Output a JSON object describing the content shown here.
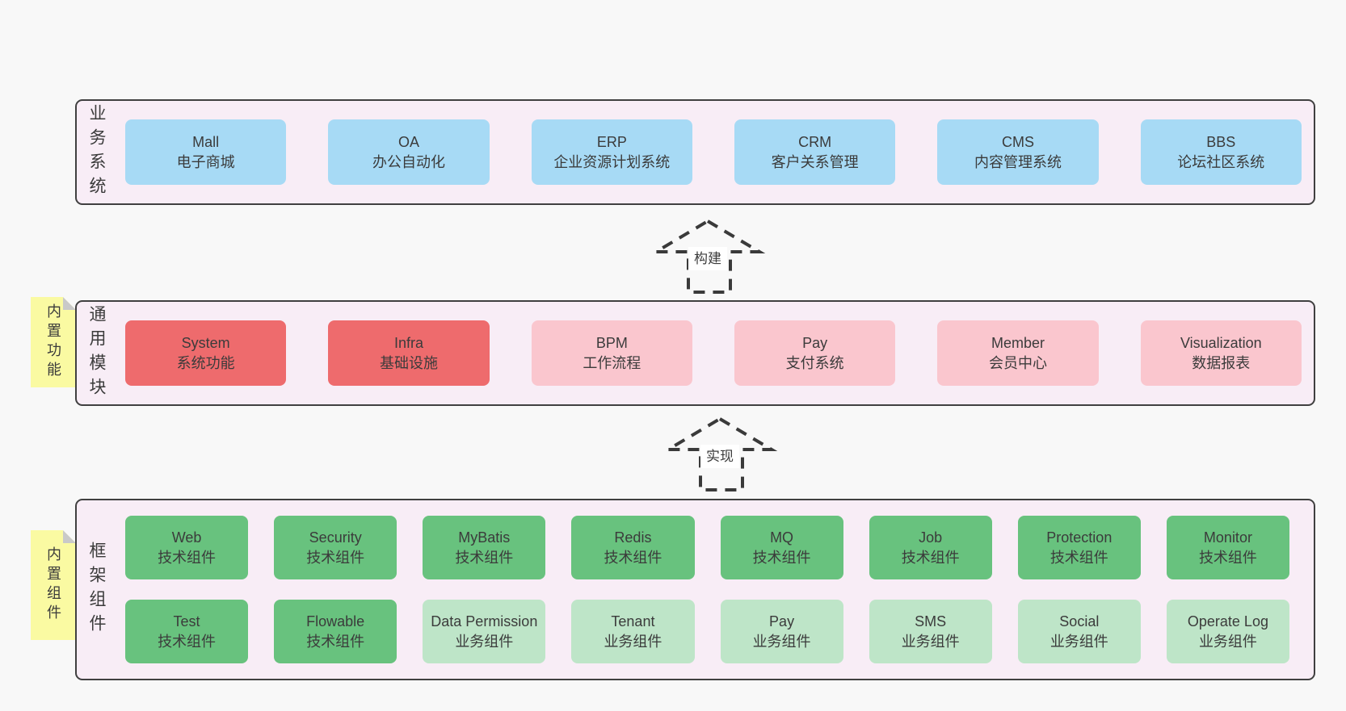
{
  "diagram": {
    "colors": {
      "page_bg": "#f8f8f8",
      "layer_bg": "#f8edf6",
      "layer_border": "#404040",
      "blue": "#a7daf5",
      "red": "#ee6b6d",
      "pink": "#fac6ce",
      "green": "#68c27e",
      "light_green": "#bee5c8",
      "sticky_yellow": "#fafaa2",
      "sticky_fold": "#c9c9c9",
      "text": "#3b3b3b"
    },
    "arrows": [
      {
        "label": "构建"
      },
      {
        "label": "实现"
      }
    ],
    "layers": [
      {
        "id": "business",
        "label": "业务系统",
        "rows": [
          [
            {
              "name": "Mall",
              "desc": "电子商城",
              "variant": "blue"
            },
            {
              "name": "OA",
              "desc": "办公自动化",
              "variant": "blue"
            },
            {
              "name": "ERP",
              "desc": "企业资源计划系统",
              "variant": "blue"
            },
            {
              "name": "CRM",
              "desc": "客户关系管理",
              "variant": "blue"
            },
            {
              "name": "CMS",
              "desc": "内容管理系统",
              "variant": "blue"
            },
            {
              "name": "BBS",
              "desc": "论坛社区系统",
              "variant": "blue"
            }
          ]
        ]
      },
      {
        "id": "modules",
        "label": "通用模块",
        "sticky": "内置功能",
        "rows": [
          [
            {
              "name": "System",
              "desc": "系统功能",
              "variant": "red"
            },
            {
              "name": "Infra",
              "desc": "基础设施",
              "variant": "red"
            },
            {
              "name": "BPM",
              "desc": "工作流程",
              "variant": "pink"
            },
            {
              "name": "Pay",
              "desc": "支付系统",
              "variant": "pink"
            },
            {
              "name": "Member",
              "desc": "会员中心",
              "variant": "pink"
            },
            {
              "name": "Visualization",
              "desc": "数据报表",
              "variant": "pink"
            }
          ]
        ]
      },
      {
        "id": "components",
        "label": "框架组件",
        "sticky": "内置组件",
        "rows": [
          [
            {
              "name": "Web",
              "desc": "技术组件",
              "variant": "green"
            },
            {
              "name": "Security",
              "desc": "技术组件",
              "variant": "green"
            },
            {
              "name": "MyBatis",
              "desc": "技术组件",
              "variant": "green"
            },
            {
              "name": "Redis",
              "desc": "技术组件",
              "variant": "green"
            },
            {
              "name": "MQ",
              "desc": "技术组件",
              "variant": "green"
            },
            {
              "name": "Job",
              "desc": "技术组件",
              "variant": "green"
            },
            {
              "name": "Protection",
              "desc": "技术组件",
              "variant": "green"
            },
            {
              "name": "Monitor",
              "desc": "技术组件",
              "variant": "green"
            }
          ],
          [
            {
              "name": "Test",
              "desc": "技术组件",
              "variant": "green"
            },
            {
              "name": "Flowable",
              "desc": "技术组件",
              "variant": "green"
            },
            {
              "name": "Data Permission",
              "desc": "业务组件",
              "variant": "light_green"
            },
            {
              "name": "Tenant",
              "desc": "业务组件",
              "variant": "light_green"
            },
            {
              "name": "Pay",
              "desc": "业务组件",
              "variant": "light_green"
            },
            {
              "name": "SMS",
              "desc": "业务组件",
              "variant": "light_green"
            },
            {
              "name": "Social",
              "desc": "业务组件",
              "variant": "light_green"
            },
            {
              "name": "Operate Log",
              "desc": "业务组件",
              "variant": "light_green"
            }
          ]
        ]
      }
    ]
  }
}
